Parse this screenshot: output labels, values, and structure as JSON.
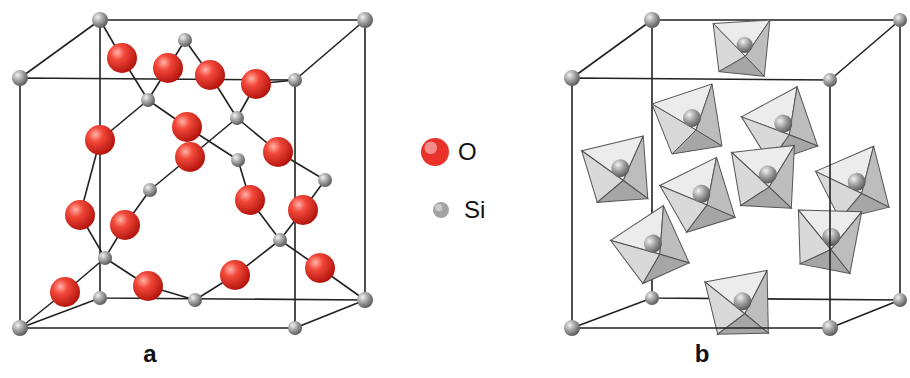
{
  "diagram": {
    "labels": [
      "a",
      "b"
    ],
    "legend": [
      {
        "text": "O",
        "color": "#e8322a"
      },
      {
        "text": "Si",
        "color": "#a3a3a3"
      }
    ]
  }
}
